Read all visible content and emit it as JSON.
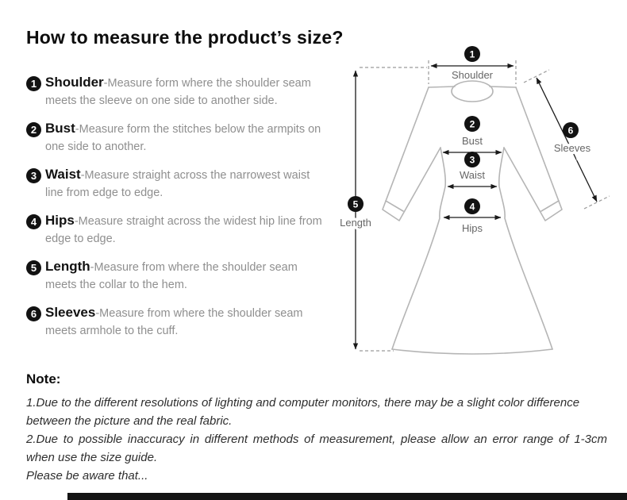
{
  "title": "How to measure the product’s size?",
  "items": [
    {
      "num": "1",
      "label": "Shoulder",
      "desc": "-Measure form where the shoulder seam meets the sleeve on one side to another side."
    },
    {
      "num": "2",
      "label": "Bust",
      "desc": "-Measure form the stitches below the armpits on one side to another."
    },
    {
      "num": "3",
      "label": "Waist",
      "desc": "-Measure straight across the narrowest waist line from edge to edge."
    },
    {
      "num": "4",
      "label": "Hips",
      "desc": "-Measure straight across the widest hip line from edge to edge."
    },
    {
      "num": "5",
      "label": "Length",
      "desc": "-Measure from where the shoulder seam meets the collar to the hem."
    },
    {
      "num": "6",
      "label": "Sleeves",
      "desc": "-Measure from where the shoulder seam meets armhole to the cuff."
    }
  ],
  "note": {
    "heading": "Note:",
    "lines": [
      "1.Due to the different resolutions of lighting and computer monitors, there may be a slight color difference between the picture and the real fabric.",
      "2.Due to possible inaccuracy in different methods of measurement, please allow an error range of 1-3cm when use the size guide.",
      "Please be aware that..."
    ]
  },
  "colors": {
    "badge": "#121212",
    "description_text": "#8f8f8f",
    "dress_outline": "#b5b5b5",
    "measure_line": "#1a1a1a"
  }
}
